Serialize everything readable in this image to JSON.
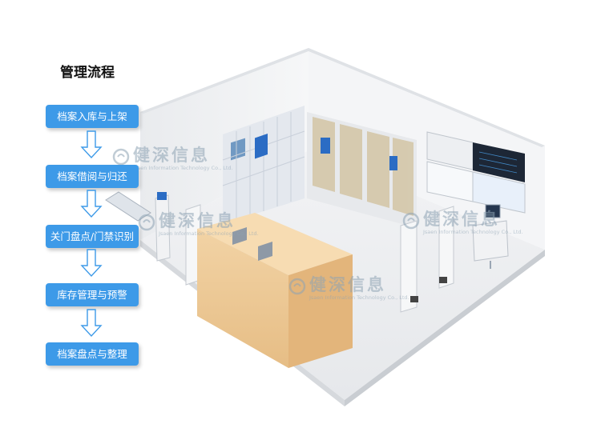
{
  "title": "管理流程",
  "flow_steps": [
    "档案入库与上架",
    "档案借阅与归还",
    "关门盘点/门禁识别",
    "库存管理与预警",
    "档案盘点与整理"
  ],
  "watermark": {
    "name": "健深信息",
    "subtitle": "Jsaen Information Technology Co., Ltd."
  },
  "colors": {
    "flow_box": "#3d9ae8",
    "arrow_stroke": "#3d9ae8"
  }
}
